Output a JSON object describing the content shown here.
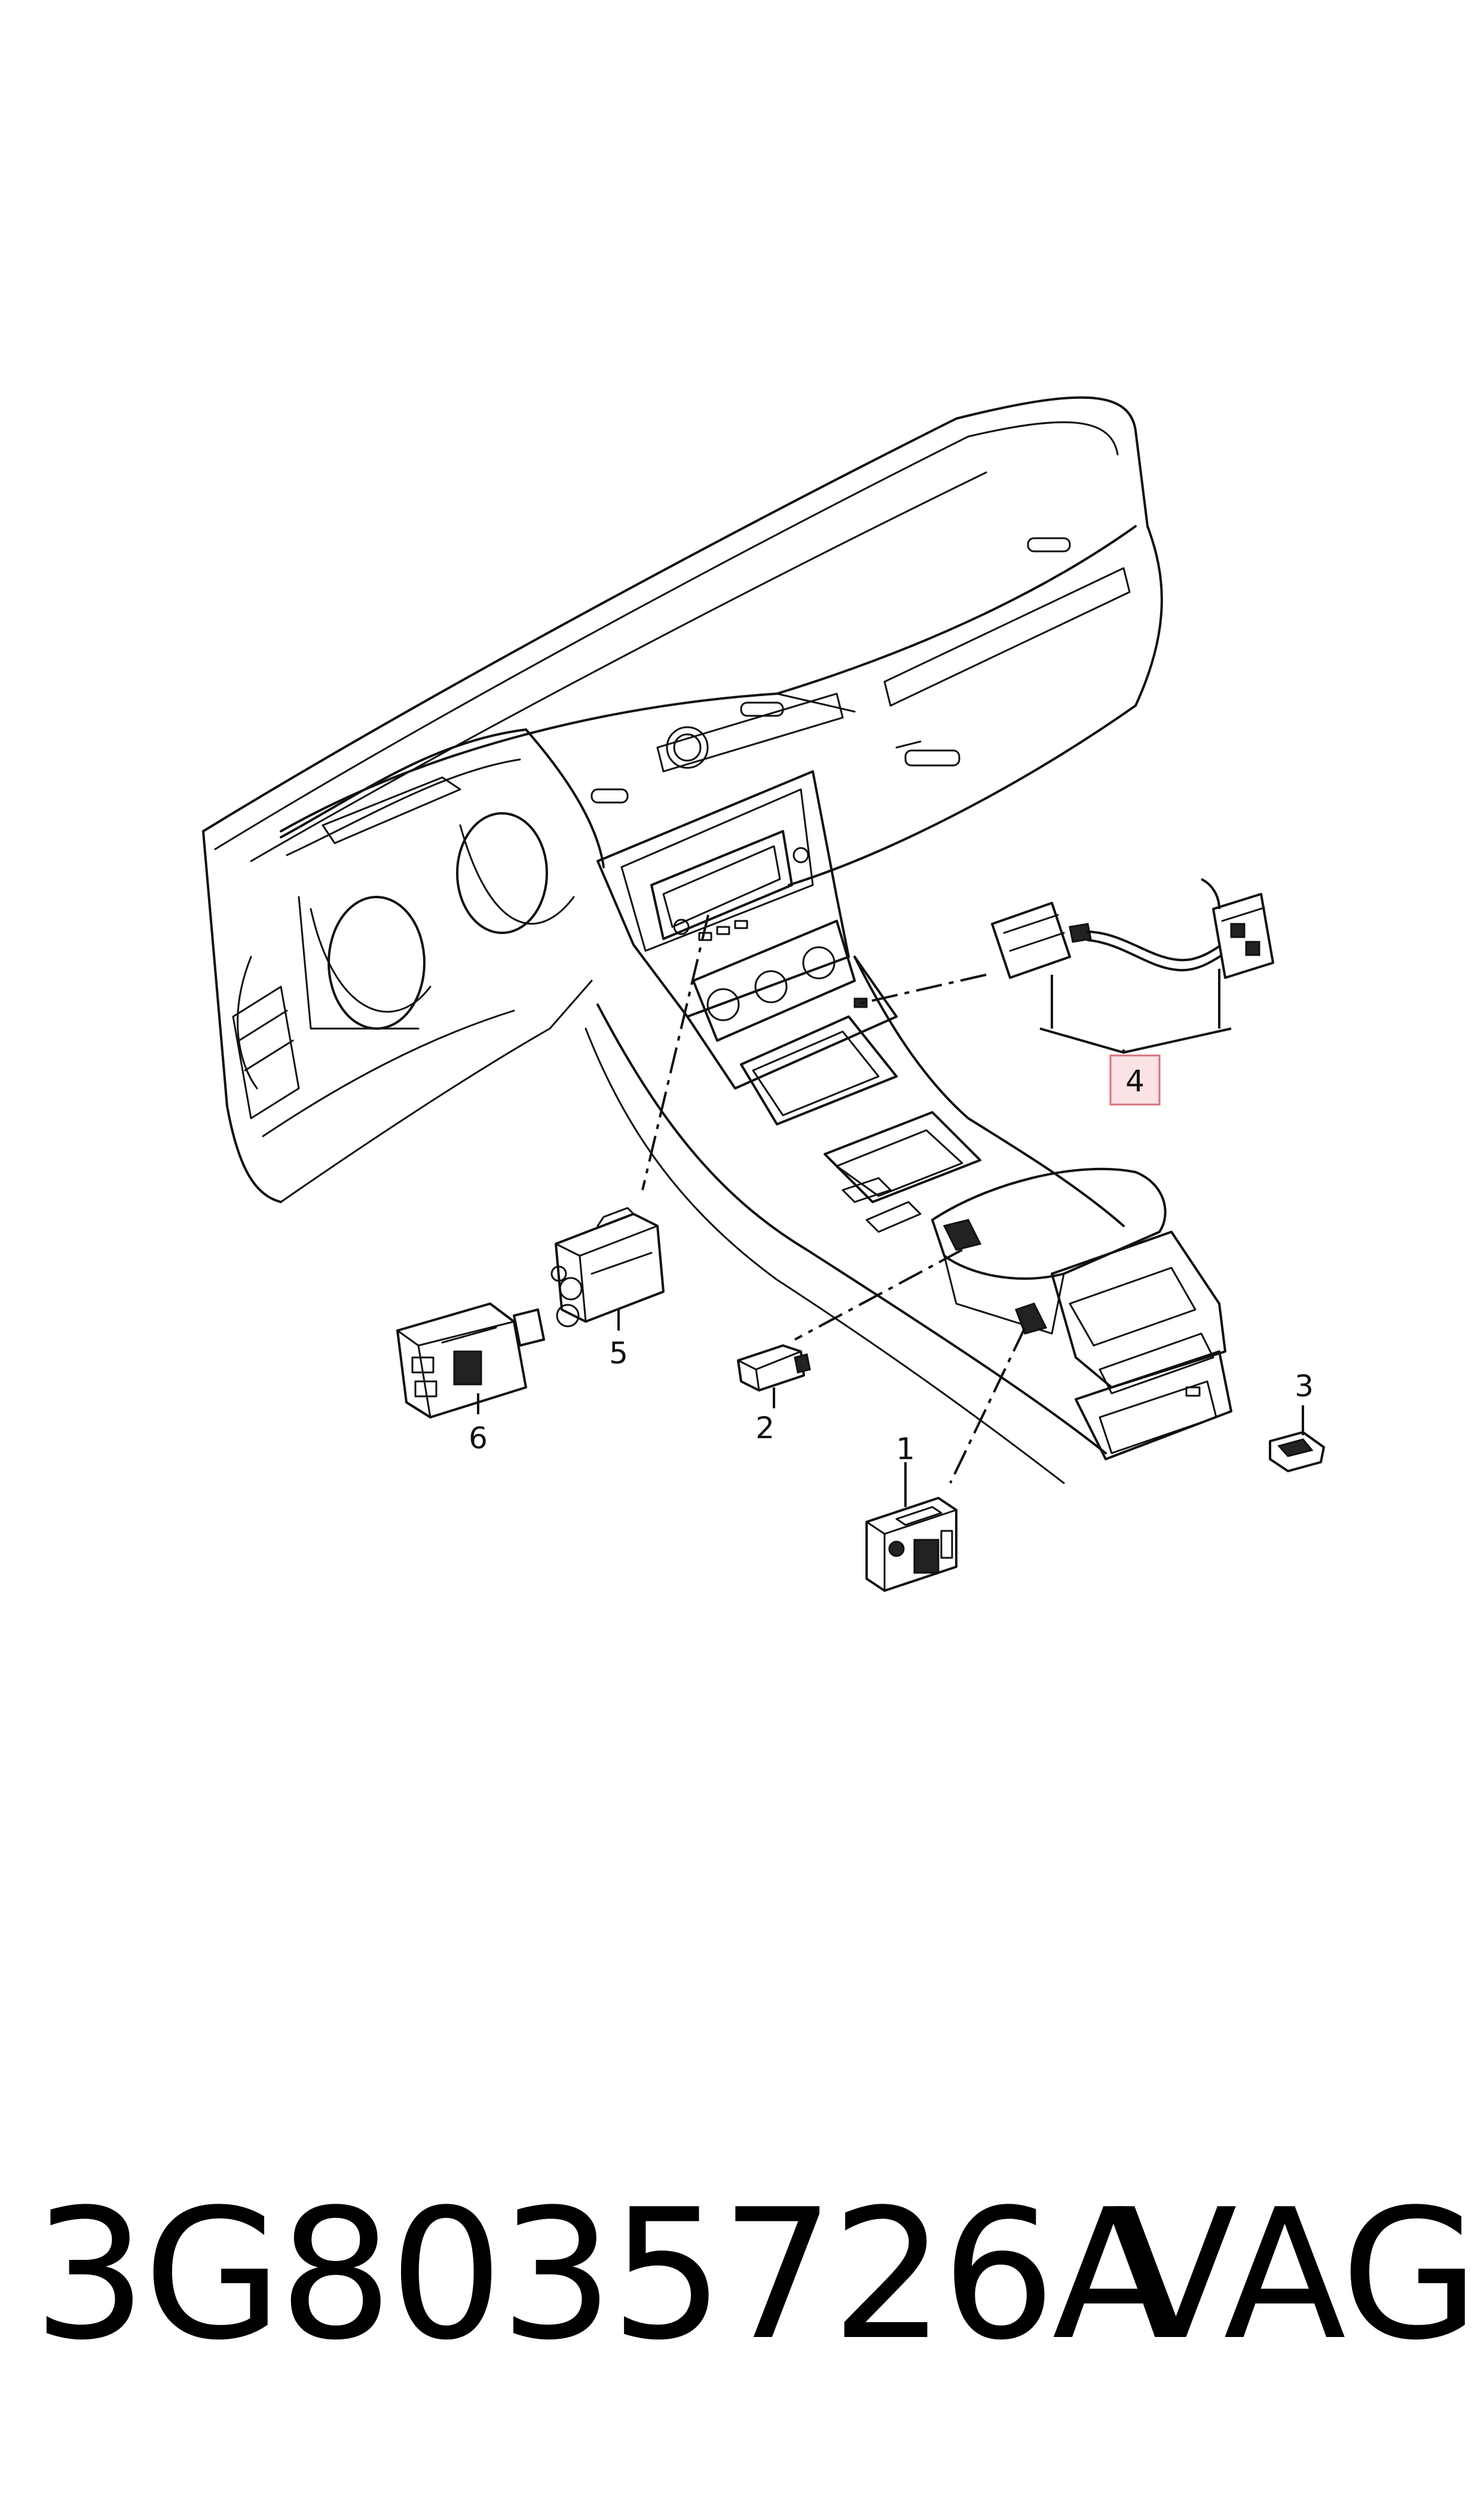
{
  "diagram": {
    "callouts": [
      {
        "id": "1",
        "label": "1",
        "highlighted": false
      },
      {
        "id": "2",
        "label": "2",
        "highlighted": false
      },
      {
        "id": "3",
        "label": "3",
        "highlighted": false
      },
      {
        "id": "4",
        "label": "4",
        "highlighted": true
      },
      {
        "id": "5",
        "label": "5",
        "highlighted": false
      },
      {
        "id": "6",
        "label": "6",
        "highlighted": false
      }
    ],
    "highlight_color": "#fbe2e4",
    "highlight_border": "#d9707c",
    "line_color": "#111111"
  },
  "footer": {
    "part_number": "3G8035726A",
    "brand": "VAG"
  }
}
